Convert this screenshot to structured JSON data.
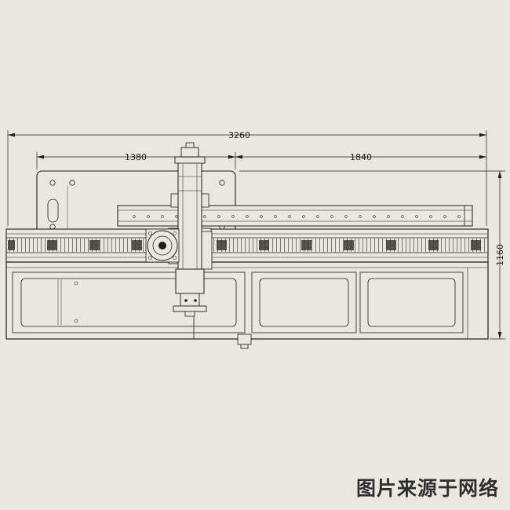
{
  "page": {
    "background_color": "#eae7de",
    "line_color": "#1e1e1e",
    "detail_dark_color": "#3c3931"
  },
  "drawing": {
    "dimensions": {
      "overall_width": "3260",
      "left_span": "1380",
      "right_span": "1840",
      "height": "1160"
    },
    "caption": "图片来源于网络"
  }
}
